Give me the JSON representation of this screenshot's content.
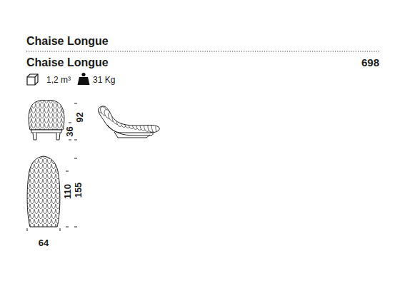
{
  "diagram": {
    "title": "Chaise Longue",
    "labels": [
      "Chaise Longue",
      "698",
      "1,2 m³",
      "31 Kg",
      "36",
      "92",
      "110",
      "155",
      "64"
    ]
  }
}
